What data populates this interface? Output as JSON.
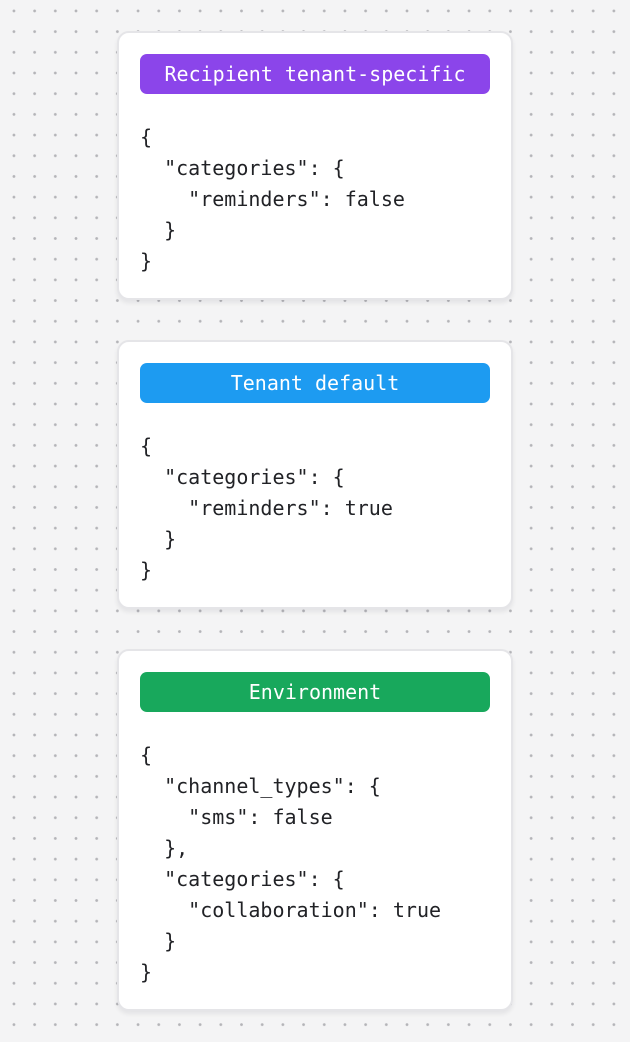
{
  "canvas": {
    "background_color": "#f4f4f5",
    "dot_color": "#b4b4b8",
    "card_background": "#ffffff",
    "card_border_color": "#e5e5e8",
    "code_text_color": "#212226"
  },
  "cards": [
    {
      "badge_label": "Recipient tenant-specific",
      "badge_color": "#8b45ea",
      "code": "{\n  \"categories\": {\n    \"reminders\": false\n  }\n}"
    },
    {
      "badge_label": "Tenant default",
      "badge_color": "#1d9bf1",
      "code": "{\n  \"categories\": {\n    \"reminders\": true\n  }\n}"
    },
    {
      "badge_label": "Environment",
      "badge_color": "#18a85c",
      "code": "{\n  \"channel_types\": {\n    \"sms\": false\n  },\n  \"categories\": {\n    \"collaboration\": true\n  }\n}"
    }
  ]
}
